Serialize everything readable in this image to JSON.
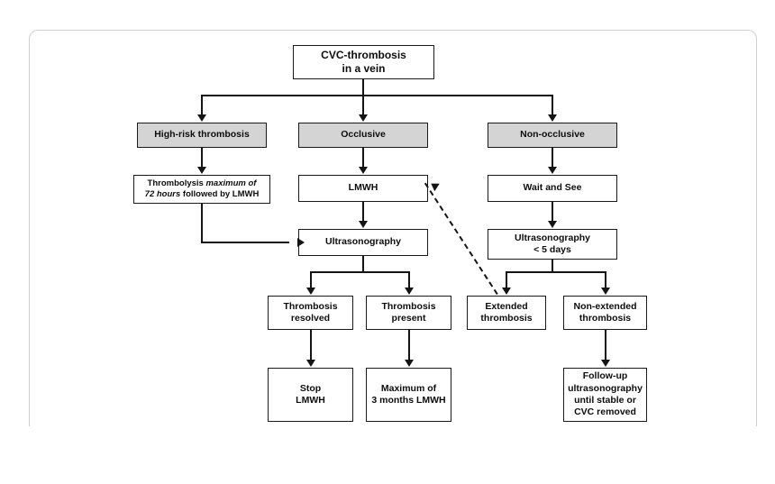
{
  "diagram": {
    "title": "CVC-thrombosis management flowchart",
    "nodes": [
      {
        "id": "root",
        "label": "CVC-thrombosis\nin a vein"
      },
      {
        "id": "high_risk",
        "label": "High-risk thrombosis"
      },
      {
        "id": "occlusive",
        "label": "Occlusive"
      },
      {
        "id": "non_occlusive",
        "label": "Non-occlusive"
      },
      {
        "id": "thrombolysis",
        "label_parts": [
          "Thrombolysis ",
          "maximum of",
          "72 hours",
          " followed by LMWH"
        ],
        "label": "Thrombolysis maximum of 72 hours followed by LMWH"
      },
      {
        "id": "lmwh",
        "label": "LMWH"
      },
      {
        "id": "wait_and_see",
        "label": "Wait and See"
      },
      {
        "id": "ultrasonography",
        "label": "Ultrasonography"
      },
      {
        "id": "ultrasonography_5days",
        "label": "Ultrasonography\n< 5 days"
      },
      {
        "id": "thrombosis_resolved",
        "label": "Thrombosis\nresolved"
      },
      {
        "id": "thrombosis_present",
        "label": "Thrombosis\npresent"
      },
      {
        "id": "extended_thrombosis",
        "label": "Extended\nthrombosis"
      },
      {
        "id": "non_extended_thrombosis",
        "label": "Non-extended\nthrombosis"
      },
      {
        "id": "stop_lmwh",
        "label": "Stop\nLMWH"
      },
      {
        "id": "max_3_months",
        "label": "Maximum of\n3 months LMWH"
      },
      {
        "id": "follow_up",
        "label": "Follow-up\nultrasonography\nuntil stable or\nCVC removed"
      }
    ],
    "colors": {
      "shaded_fill": "#d4d4d4",
      "node_border": "#1a1a1a",
      "connector": "#141414",
      "background": "#ffffff",
      "frame": "#cfcfcf"
    }
  }
}
